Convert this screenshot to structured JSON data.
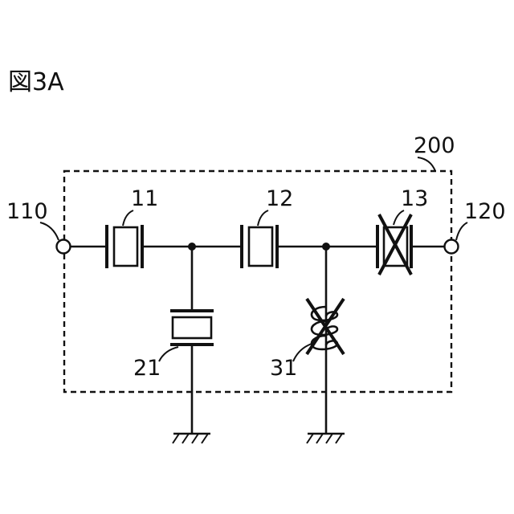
{
  "figure_label": "図3A",
  "labels": {
    "module": "200",
    "port_in": "110",
    "port_out": "120",
    "series_resonator_1": "11",
    "series_resonator_2": "12",
    "series_resonator_3": "13",
    "parallel_resonator": "21",
    "inductor": "31"
  },
  "colors": {
    "ink": "#111111",
    "background": "#ffffff"
  }
}
